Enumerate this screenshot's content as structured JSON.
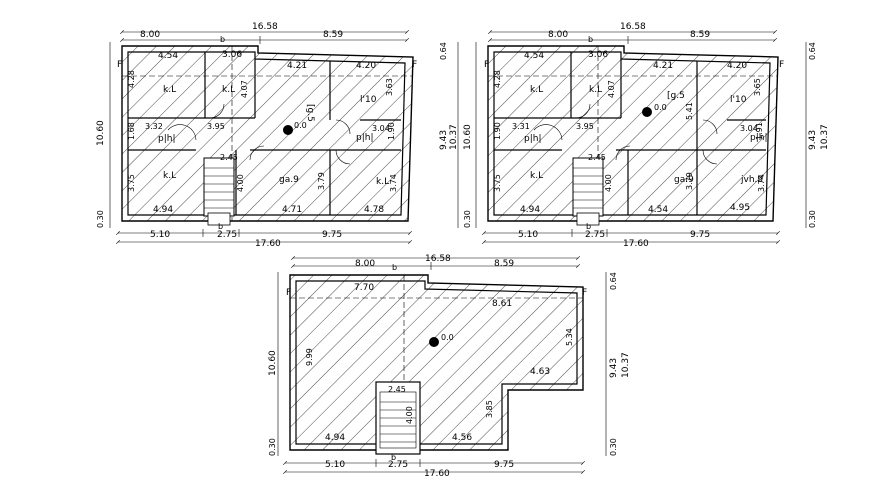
{
  "plan_1": {
    "dims_top": {
      "total": "16.58",
      "left": "8.00",
      "right": "8.59"
    },
    "dims_bottom": {
      "total": "17.60",
      "left": "5.10",
      "mid": "2.75",
      "right": "9.75"
    },
    "dims_left": {
      "a": "10.60",
      "b": "0.30"
    },
    "rooms": {
      "r1_width": "4.54",
      "r1_label": "k.L",
      "r1_h": "4.28",
      "r2_width": "3.06",
      "r2_label": "k.L",
      "r2_h": "4.07",
      "r3_width": "4.21",
      "r3_label": "[g.5",
      "r4_width": "4.20",
      "r4_label": "l'10",
      "r4_h": "3.63",
      "r5_label": "p|h|",
      "r5_w": "3.32",
      "r5_h": "1.68",
      "r6_w": "3.95",
      "r7_label": "p|h|",
      "r7_w": "3.04",
      "r7_h": "1.90",
      "r8_label": "k.L",
      "r8_width": "4.94",
      "r8_h": "3.75",
      "r9_label": "ga.9",
      "r9_width": "4.71",
      "r9_h": "3.79",
      "r10_label": "k.L",
      "r10_width": "4.78",
      "r10_h": "3.74",
      "stair_w": "2.45",
      "stair_h": "4.00"
    },
    "level": "0.0",
    "section_marks": {
      "left": "F",
      "right": "F",
      "top": "b",
      "bottom": "b"
    }
  },
  "plan_2": {
    "dims_top": {
      "total": "16.58",
      "left": "8.00",
      "right": "8.59"
    },
    "dims_bottom": {
      "total": "17.60",
      "left": "5.10",
      "mid": "2.75",
      "right": "9.75"
    },
    "dims_left": {
      "a": "10.60",
      "b": "10.37",
      "c": "9.43",
      "d": "0.64",
      "e": "0.30"
    },
    "dims_right": {
      "a": "0.64",
      "b": "9.43",
      "c": "10.37",
      "d": "0.30"
    },
    "rooms": {
      "r1_width": "4.54",
      "r1_label": "k.L",
      "r1_h": "4.28",
      "r2_width": "3.06",
      "r2_label": "k.L",
      "r2_h": "4.07",
      "r3_width": "4.21",
      "r3_label": "[g.5",
      "r3_h": "5.41",
      "r4_width": "4.20",
      "r4_label": "l'10",
      "r4_h": "3.65",
      "r5_label": "p|h|",
      "r5_w": "3.31",
      "r5_h": "1.90",
      "r6_w": "3.95",
      "r7_label": "p|h|",
      "r7_w": "3.04",
      "r7_h": "1.91",
      "r8_label": "k.L",
      "r8_width": "4.94",
      "r8_h": "3.75",
      "r9_label": "ga.9",
      "r9_width": "4.54",
      "r9_h": "3.79",
      "r10_label": "jvh.9",
      "r10_width": "4.95",
      "r10_h": "3.74",
      "stair_w": "2.45",
      "stair_h": "4.00"
    },
    "level": "0.0",
    "section_marks": {
      "left": "F",
      "right": "F",
      "top": "b",
      "bottom": "b"
    }
  },
  "plan_3": {
    "dims_top": {
      "total": "16.58",
      "left": "8.00",
      "right": "8.59"
    },
    "dims_bottom": {
      "total": "17.60",
      "left": "5.10",
      "mid": "2.75",
      "right": "9.75"
    },
    "dims_left": {
      "a": "10.60",
      "b": "0.30"
    },
    "dims_right": {
      "a": "0.64",
      "b": "9.43",
      "c": "10.37",
      "d": "0.30"
    },
    "labels": {
      "top_left": "7.70",
      "top_right": "8.61",
      "left_h": "9.99",
      "right_h": "5.34",
      "step_w": "4.63",
      "step_h": "3.85",
      "bottom_left": "4.94",
      "bottom_right": "4.56",
      "stair_w": "2.45",
      "stair_h": "4.00"
    },
    "level": "0.0",
    "section_marks": {
      "left": "F",
      "right": "F",
      "top": "b",
      "bottom": "b"
    }
  }
}
